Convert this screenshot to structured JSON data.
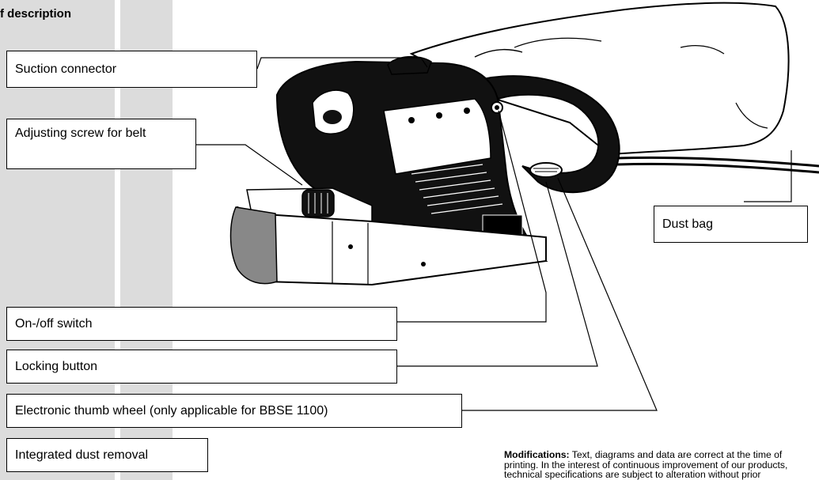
{
  "heading": "f description",
  "labels": {
    "suction_connector": "Suction connector",
    "adjusting_screw": "Adjusting screw for belt",
    "dust_bag": "Dust bag",
    "on_off_switch": "On-/off switch",
    "locking_button": "Locking button",
    "thumb_wheel": "Electronic thumb wheel (only applicable for  BBSE 1100)",
    "dust_removal": "Integrated dust removal"
  },
  "footnote": {
    "bold": "Modifications:",
    "text": " Text, diagrams and data are correct at the time of printing. In the interest of continuous improvement of our products, technical specifications are subject to alteration without prior"
  },
  "colors": {
    "stripe": "#dcdcdc",
    "ink": "#000000"
  },
  "illustration": "belt-sander-drawing"
}
